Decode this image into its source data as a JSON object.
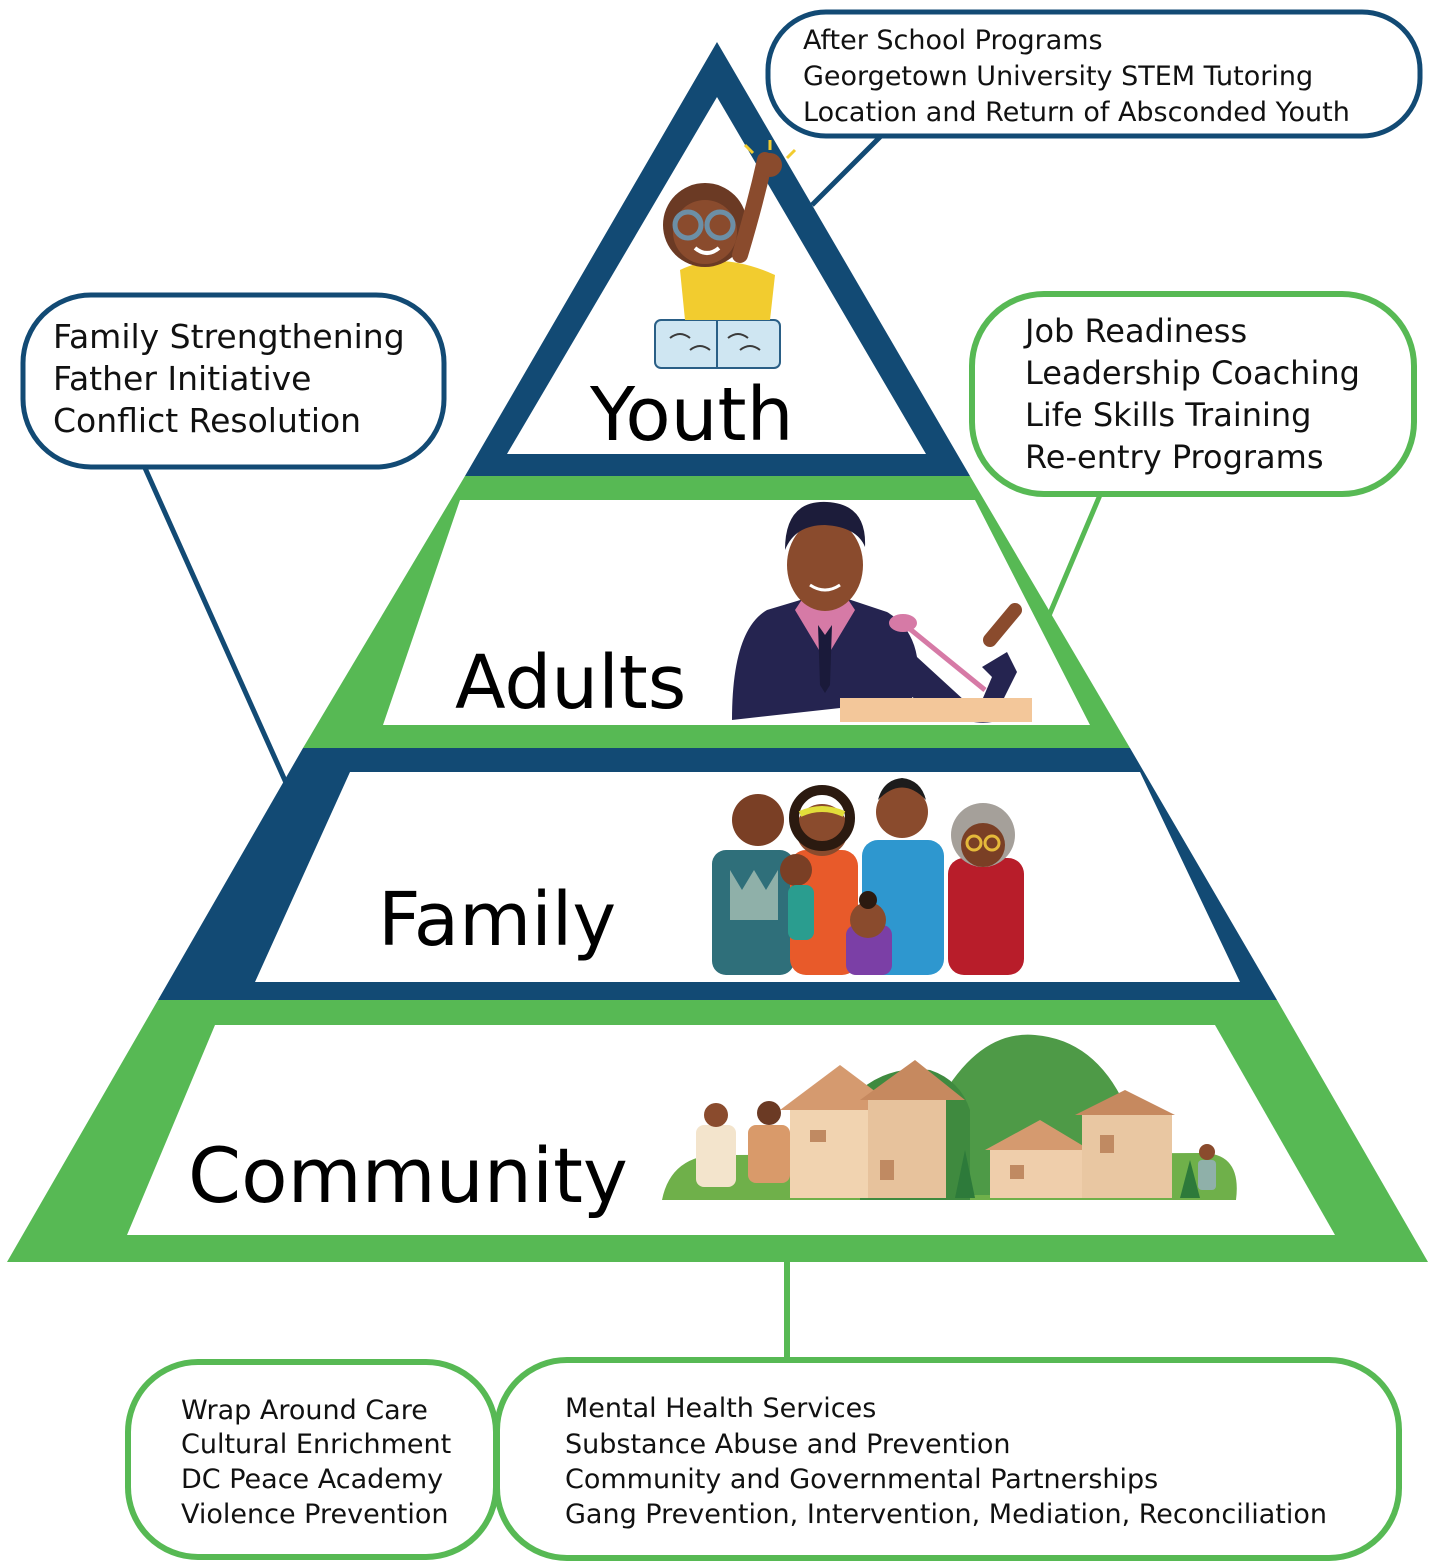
{
  "colors": {
    "navy": "#124a74",
    "green": "#57b954",
    "white": "#ffffff",
    "text": "#111111"
  },
  "tiers": {
    "youth": "Youth",
    "adults": "Adults",
    "family": "Family",
    "community": "Community"
  },
  "callouts": {
    "youth": [
      "After School Programs",
      "Georgetown University STEM Tutoring",
      "Location and Return of Absconded Youth"
    ],
    "family": [
      "Family Strengthening",
      "Father Initiative",
      "Conflict Resolution"
    ],
    "adults": [
      "Job Readiness",
      "Leadership Coaching",
      "Life Skills Training",
      "Re-entry Programs"
    ],
    "community_left": [
      "Wrap Around Care",
      "Cultural Enrichment",
      "DC Peace Academy",
      "Violence Prevention"
    ],
    "community_right": [
      "Mental Health Services",
      "Substance Abuse and Prevention",
      "Community and Governmental Partnerships",
      "Gang Prevention, Intervention, Mediation, Reconciliation"
    ]
  },
  "illustrations": {
    "youth": "student-raising-hand-illustration",
    "adults": "speaker-at-podium-illustration",
    "family": "multigenerational-family-illustration",
    "community": "village-houses-illustration"
  }
}
